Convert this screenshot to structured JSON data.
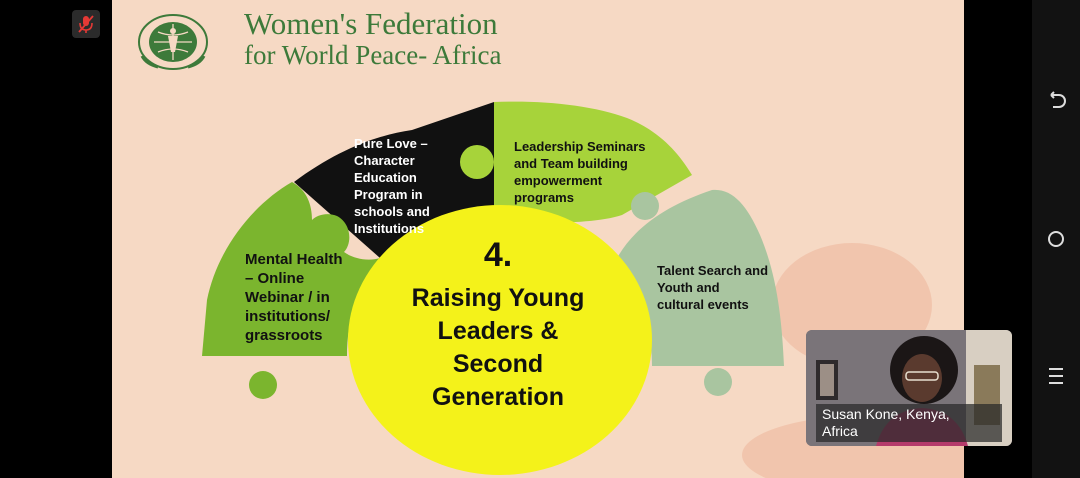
{
  "slide": {
    "title_line1": "Women's Federation",
    "title_line2": "for World Peace- Africa",
    "segments": {
      "pure_love": [
        "Pure Love –",
        "Character",
        "Education",
        "Program in",
        "schools and",
        "Institutions"
      ],
      "leadership": [
        "Leadership Seminars",
        "and Team building",
        "empowerment",
        "programs"
      ],
      "mental_health": [
        "Mental Health",
        "– Online",
        "Webinar / in",
        "institutions/",
        "grassroots"
      ],
      "talent": [
        "Talent Search and",
        "Youth and",
        "cultural events"
      ]
    },
    "center": {
      "number": "4.",
      "label": [
        "Raising Young",
        "Leaders &",
        "Second",
        "Generation"
      ]
    }
  },
  "participant": {
    "name_line1": "Susan Kone, Kenya,",
    "name_line2": "Africa"
  },
  "colors": {
    "slide_bg": "#f6d9c4",
    "green_dark": "#7bb52e",
    "green_light": "#a7d33a",
    "black_segment": "#111111",
    "sage": "#a9c5a0",
    "center_yellow": "#f4f21a",
    "title_green": "#3d7a3a"
  },
  "icons": {
    "mute": "mic-off-icon",
    "nav_back": "back-icon",
    "nav_home": "home-icon",
    "nav_recent": "recent-apps-icon"
  }
}
